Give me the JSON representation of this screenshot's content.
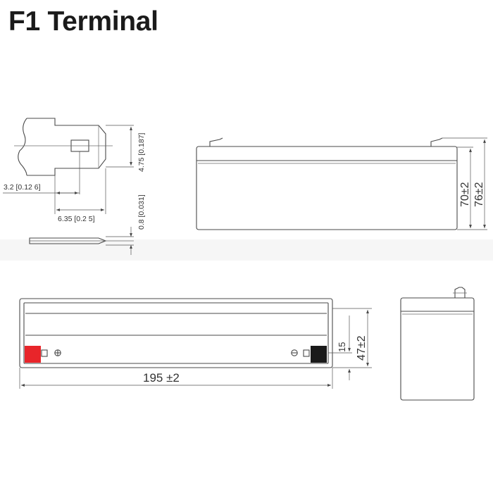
{
  "title": "F1 Terminal",
  "colors": {
    "positive": "#e8252a",
    "negative": "#1a1a1a",
    "outline": "#4a4a4a"
  },
  "terminal_dims": {
    "height": "4.75 [0.187]",
    "hole": "3.2 [0.12 6]",
    "width": "6.35 [0.2 5]",
    "thickness": "0.8 [0.031]"
  },
  "battery_dims": {
    "case_height": "70±2",
    "total_height": "76±2",
    "length": "195 ±2",
    "width": "47±2",
    "terminal_offset": "15"
  }
}
